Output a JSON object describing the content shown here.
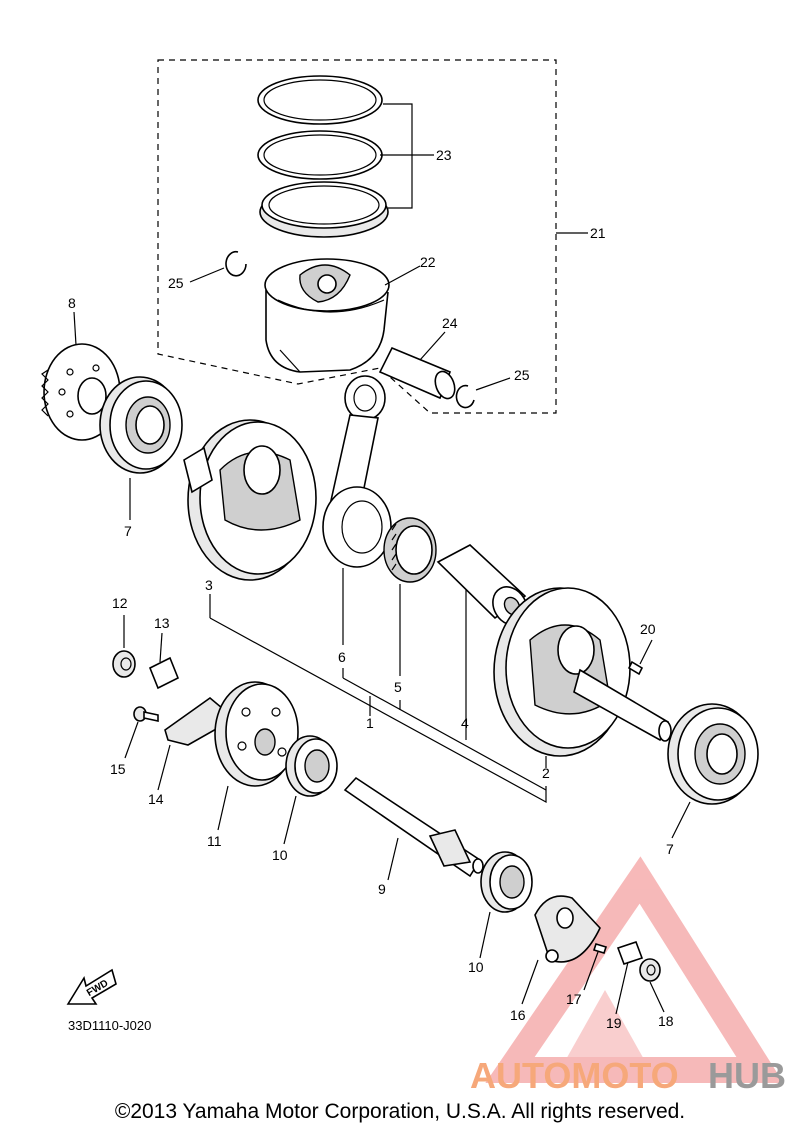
{
  "callouts": {
    "c1": "1",
    "c2": "2",
    "c3": "3",
    "c4": "4",
    "c5": "5",
    "c6": "6",
    "c7a": "7",
    "c7b": "7",
    "c8": "8",
    "c9": "9",
    "c10a": "10",
    "c10b": "10",
    "c11": "11",
    "c12": "12",
    "c13": "13",
    "c14": "14",
    "c15": "15",
    "c16": "16",
    "c17": "17",
    "c18": "18",
    "c19": "19",
    "c20": "20",
    "c21": "21",
    "c22": "22",
    "c23": "23",
    "c24": "24",
    "c25a": "25",
    "c25b": "25"
  },
  "drawing_code": "33D1110-J020",
  "fwd_label": "FWD",
  "watermark": {
    "part1": "AUTOMOTO",
    "part2": "HUB",
    "color_primary": "#f6a87a",
    "color_secondary": "#9a9a9a",
    "triangle_color": "#f08080"
  },
  "copyright": "©2013 Yamaha Motor Corporation, U.S.A. All rights reserved."
}
